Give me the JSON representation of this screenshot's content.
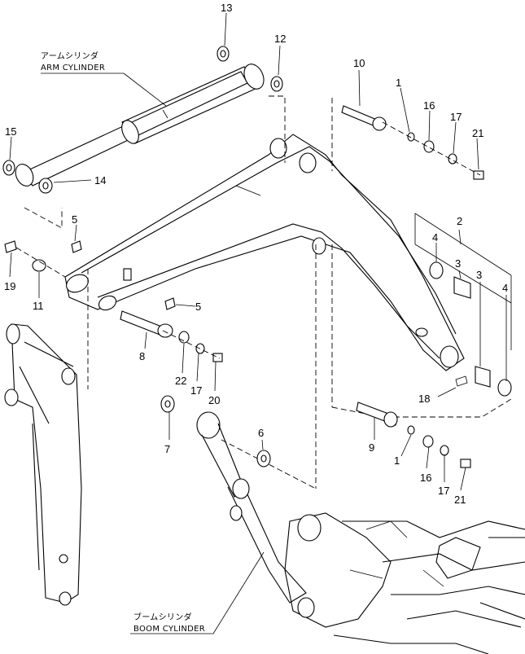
{
  "captions": {
    "arm_cylinder_jp": "アームシリンダ",
    "arm_cylinder_en": "ARM CYLINDER",
    "boom_cylinder_jp": "ブームシリンダ",
    "boom_cylinder_en": "BOOM CYLINDER"
  },
  "callouts": {
    "c13": "13",
    "c12": "12",
    "c10": "10",
    "c1a": "1",
    "c16a": "16",
    "c17a": "17",
    "c21a": "21",
    "c15": "15",
    "c14": "14",
    "c5a": "5",
    "c2": "2",
    "c4a": "4",
    "c3a": "3",
    "c3b": "3",
    "c4b": "4",
    "c19": "19",
    "c11": "11",
    "c5b": "5",
    "c8": "8",
    "c22": "22",
    "c17b": "17",
    "c20": "20",
    "c18": "18",
    "c6": "6",
    "c7": "7",
    "c9": "9",
    "c1b": "1",
    "c16b": "16",
    "c17c": "17",
    "c21b": "21"
  }
}
